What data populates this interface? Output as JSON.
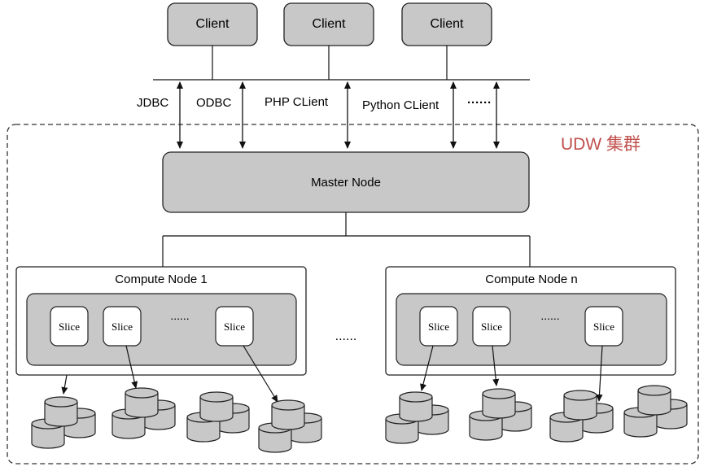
{
  "clients": [
    {
      "label": "Client"
    },
    {
      "label": "Client"
    },
    {
      "label": "Client"
    }
  ],
  "protocols": [
    {
      "label": "JDBC"
    },
    {
      "label": "ODBC"
    },
    {
      "label": "PHP CLient"
    },
    {
      "label": "Python  CLient"
    },
    {
      "label": "······"
    }
  ],
  "cluster": {
    "label": "UDW 集群",
    "color": "#c0504d"
  },
  "master": {
    "label": "Master Node"
  },
  "compute_nodes": [
    {
      "label": "Compute Node 1",
      "slices": [
        "Slice",
        "Slice",
        "Slice"
      ],
      "ellipsis": "......"
    },
    {
      "label": "Compute Node n",
      "slices": [
        "Slice",
        "Slice",
        "Slice"
      ],
      "ellipsis": "......"
    }
  ],
  "between_nodes_ellipsis": "......",
  "colors": {
    "box_fill": "#c8c8c8",
    "box_stroke": "#222222",
    "slice_fill": "#ffffff",
    "line": "#111111"
  }
}
